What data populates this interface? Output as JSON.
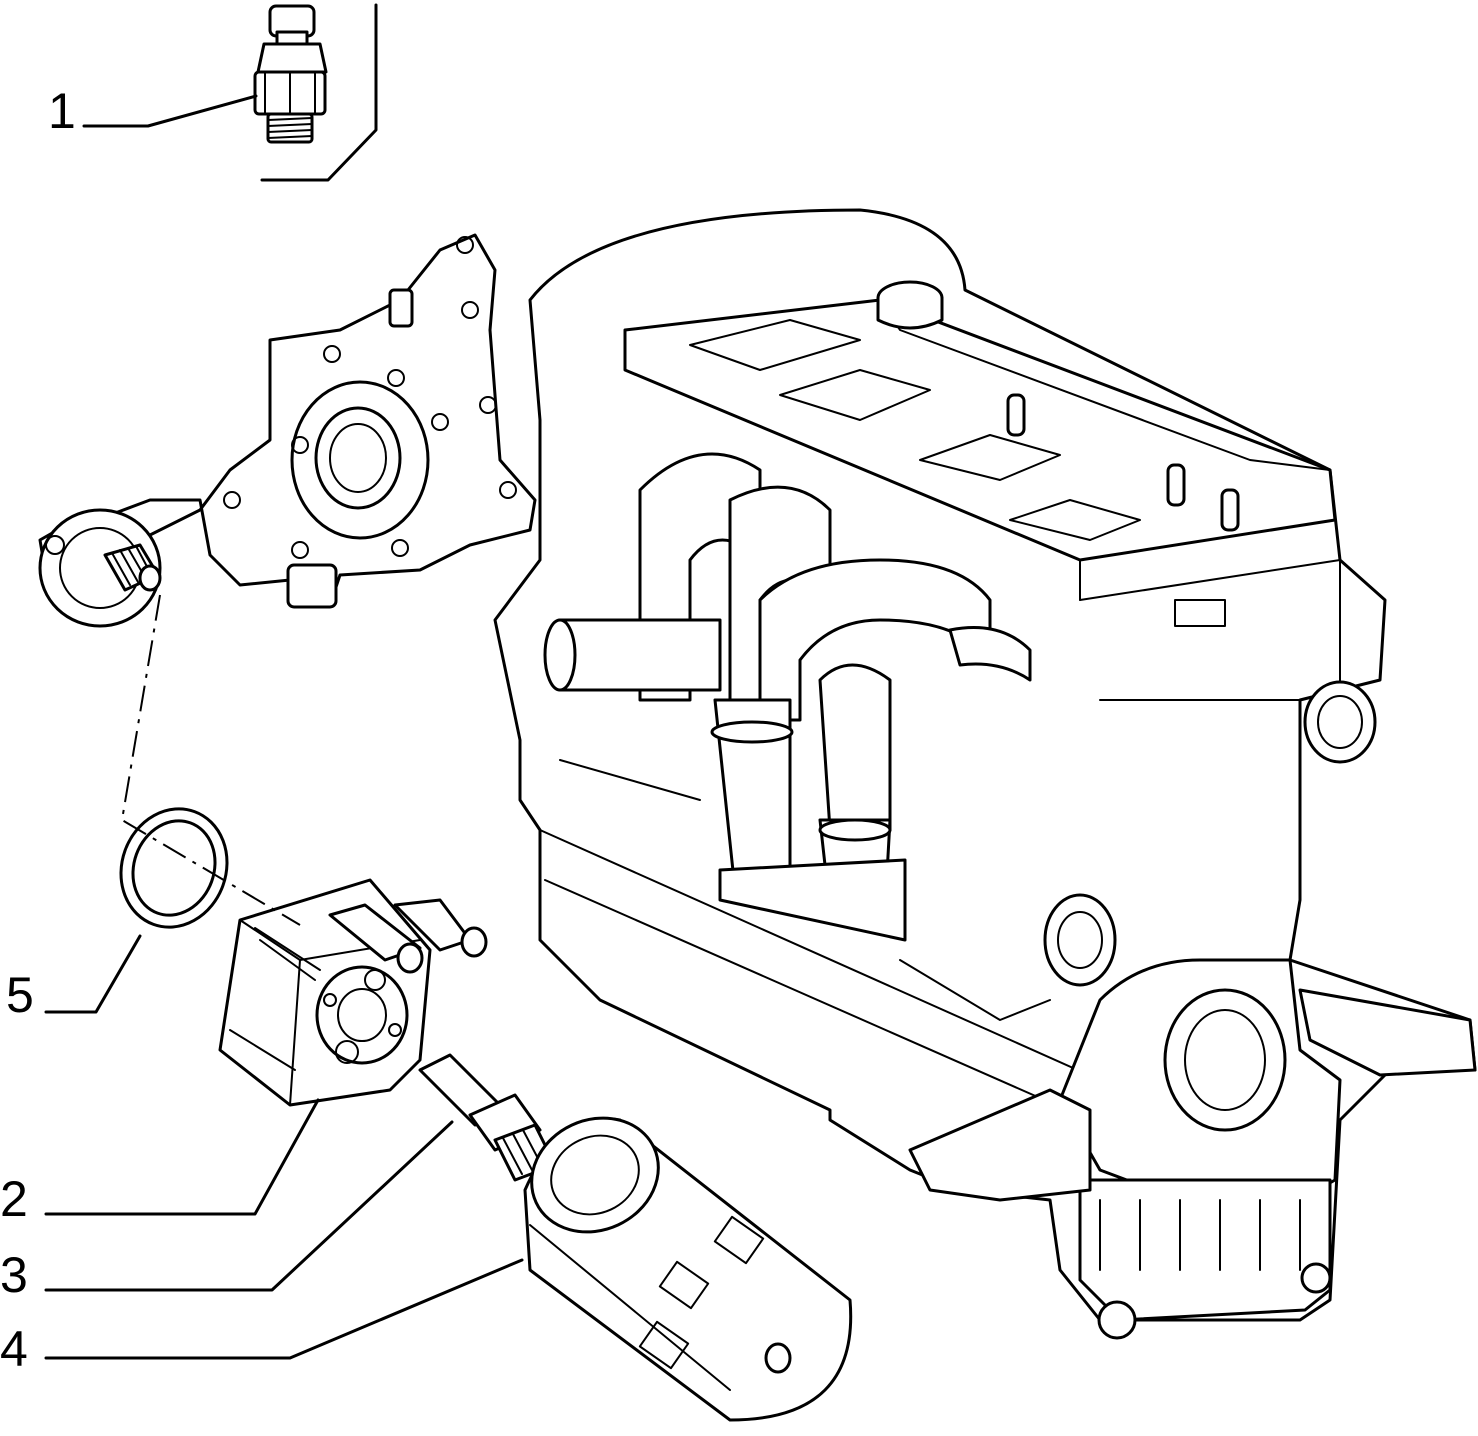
{
  "diagram": {
    "colors": {
      "ink": "#000000",
      "paper": "#ffffff"
    },
    "callouts": [
      {
        "id": "1",
        "label": "1"
      },
      {
        "id": "5",
        "label": "5"
      },
      {
        "id": "2",
        "label": "2"
      },
      {
        "id": "3",
        "label": "3"
      },
      {
        "id": "4",
        "label": "4"
      }
    ]
  }
}
